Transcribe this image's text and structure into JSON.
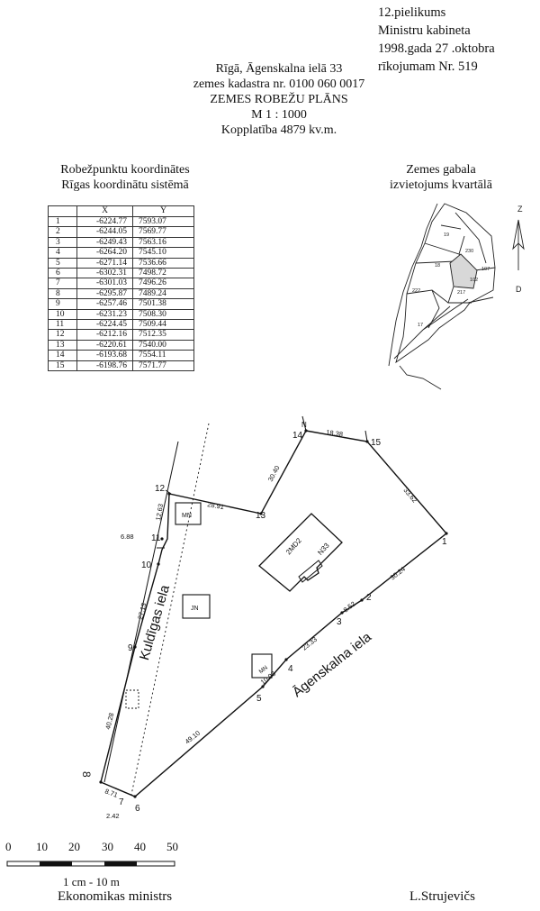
{
  "annex": {
    "line1": "12.pielikums",
    "line2": "Ministru kabineta",
    "line3": "1998.gada 27 .oktobra",
    "line4": "rīkojumam Nr. 519"
  },
  "header": {
    "address": "Rīgā, Āgenskalna ielā 33",
    "cadastre": "zemes kadastra nr. 0100 060 0017",
    "title": "ZEMES ROBEŽU PLĀNS",
    "scale": "M 1 : 1000",
    "area": "Kopplatība 4879 kv.m."
  },
  "coordinates": {
    "title_line1": "Robežpunktu koordinātes",
    "title_line2": "Rīgas  koordinātu sistēmā",
    "col_x": "X",
    "col_y": "Y",
    "rows": [
      {
        "n": "1",
        "x": "-6224.77",
        "y": "7593.07"
      },
      {
        "n": "2",
        "x": "-6244.05",
        "y": "7569.77"
      },
      {
        "n": "3",
        "x": "-6249.43",
        "y": "7563.16"
      },
      {
        "n": "4",
        "x": "-6264.20",
        "y": "7545.10"
      },
      {
        "n": "5",
        "x": "-6271.14",
        "y": "7536.66"
      },
      {
        "n": "6",
        "x": "-6302.31",
        "y": "7498.72"
      },
      {
        "n": "7",
        "x": "-6301.03",
        "y": "7496.26"
      },
      {
        "n": "8",
        "x": "-6295.87",
        "y": "7489.24"
      },
      {
        "n": "9",
        "x": "-6257.46",
        "y": "7501.38"
      },
      {
        "n": "10",
        "x": "-6231.23",
        "y": "7508.30"
      },
      {
        "n": "11",
        "x": "-6224.45",
        "y": "7509.44"
      },
      {
        "n": "12",
        "x": "-6212.16",
        "y": "7512.35"
      },
      {
        "n": "13",
        "x": "-6220.61",
        "y": "7540.00"
      },
      {
        "n": "14",
        "x": "-6193.68",
        "y": "7554.11"
      },
      {
        "n": "15",
        "x": "-6198.76",
        "y": "7571.77"
      }
    ]
  },
  "location": {
    "title_line1": "Zemes gabala",
    "title_line2": "izvietojums kvartālā",
    "north": "Z",
    "south": "D",
    "parcels": [
      "19",
      "230",
      "18",
      "107",
      "102",
      "222",
      "217",
      "17"
    ]
  },
  "plan": {
    "street_kuldigas": "Kuldīgas  iela",
    "street_agenskalna": "Āgenskalna  iela",
    "building_label_1": "2MD2",
    "building_label_2": "N33",
    "label_mn": "MN",
    "label_jn": "JN",
    "points": [
      "1",
      "2",
      "3",
      "4",
      "5",
      "6",
      "7",
      "8",
      "9",
      "10",
      "11",
      "12",
      "13",
      "14",
      "15"
    ],
    "north_mark": "N",
    "distances": {
      "d14_15": "18.38",
      "d15_1": "33.62",
      "d1_2": "30.24",
      "d2_3": "8.52",
      "d3_4": "23.33",
      "d4_5": "10.93",
      "d5_6": "49.10",
      "d6_7": "2.42",
      "d7_8": "8.71",
      "d8_9": "40.28",
      "d9_10": "27.13",
      "d10_11": "6.88",
      "d11_12": "12.63",
      "d12_13": "28.91",
      "d13_14": "30.40"
    }
  },
  "scale_bar": {
    "ticks": [
      "0",
      "10",
      "20",
      "30",
      "40",
      "50"
    ],
    "caption": "1 cm - 10 m"
  },
  "footer": {
    "left": "Ekonomikas ministrs",
    "right": "L.Strujevičs"
  }
}
